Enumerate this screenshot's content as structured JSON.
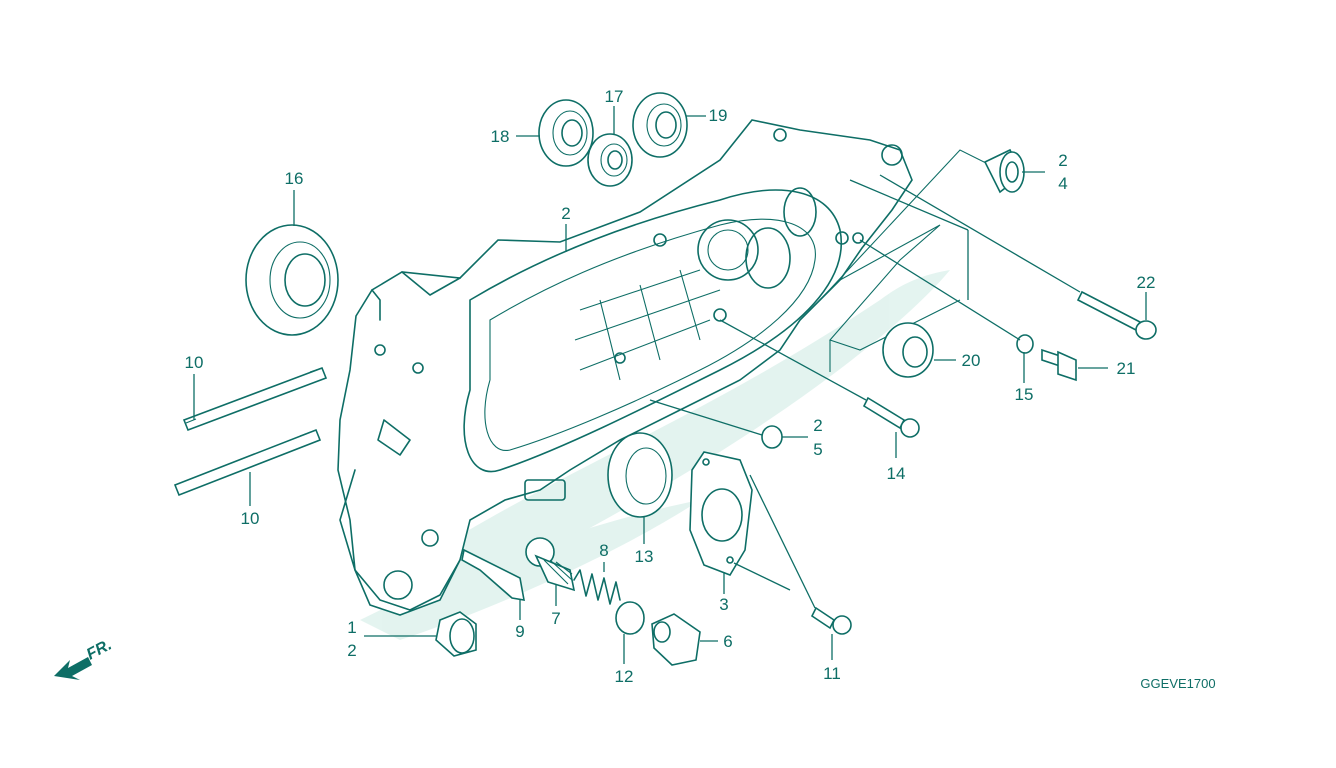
{
  "diagram_code": "GGEVE1700",
  "direction_label": "FR.",
  "colors": {
    "ink": "#0e6e66",
    "watermark": "#d8efe9",
    "background": "#ffffff"
  },
  "callouts": [
    {
      "id": "c1",
      "label": "1"
    },
    {
      "id": "c2a",
      "label": "2"
    },
    {
      "id": "c2b",
      "label": "2"
    },
    {
      "id": "c2c",
      "label": "2"
    },
    {
      "id": "c2d",
      "label": "2"
    },
    {
      "id": "c3",
      "label": "3"
    },
    {
      "id": "c4",
      "label": "4"
    },
    {
      "id": "c5",
      "label": "5"
    },
    {
      "id": "c6",
      "label": "6"
    },
    {
      "id": "c7",
      "label": "7"
    },
    {
      "id": "c8",
      "label": "8"
    },
    {
      "id": "c9",
      "label": "9"
    },
    {
      "id": "c10a",
      "label": "10"
    },
    {
      "id": "c10b",
      "label": "10"
    },
    {
      "id": "c11",
      "label": "11"
    },
    {
      "id": "c12",
      "label": "12"
    },
    {
      "id": "c13",
      "label": "13"
    },
    {
      "id": "c14",
      "label": "14"
    },
    {
      "id": "c15",
      "label": "15"
    },
    {
      "id": "c16",
      "label": "16"
    },
    {
      "id": "c17",
      "label": "17"
    },
    {
      "id": "c18",
      "label": "18"
    },
    {
      "id": "c19",
      "label": "19"
    },
    {
      "id": "c20",
      "label": "20"
    },
    {
      "id": "c21",
      "label": "21"
    },
    {
      "id": "c22",
      "label": "22"
    }
  ]
}
